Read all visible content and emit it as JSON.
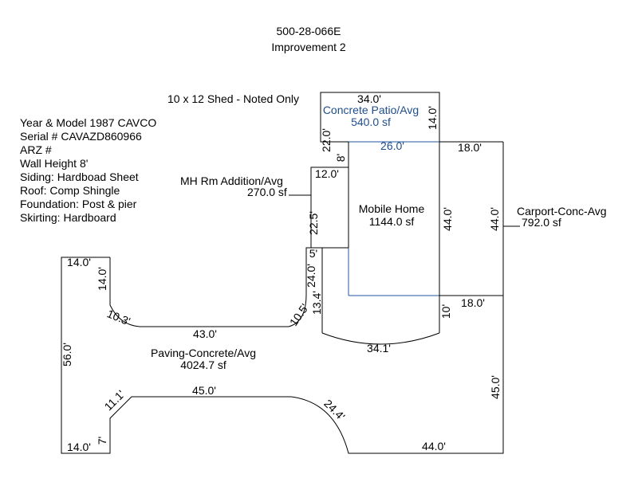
{
  "header": {
    "parcel_id": "500-28-066E",
    "improvement": "Improvement 2"
  },
  "notes": {
    "shed": "10 x 12 Shed - Noted Only",
    "details": [
      "Year & Model 1987 CAVCO",
      "Serial # CAVAZD860966",
      "ARZ #",
      "Wall Height 8'",
      "Siding: Hardboad Sheet",
      "Roof: Comp Shingle",
      "Foundation: Post & pier",
      "Skirting: Hardboard"
    ]
  },
  "areas": {
    "patio": {
      "name": "Concrete Patio/Avg",
      "area": "540.0 sf"
    },
    "addition": {
      "name": "MH Rm Addition/Avg",
      "area": "270.0 sf"
    },
    "mobile_home": {
      "name": "Mobile Home",
      "area": "1144.0 sf"
    },
    "carport": {
      "name": "Carport-Conc-Avg",
      "area": "792.0 sf"
    },
    "paving": {
      "name": "Paving-Concrete/Avg",
      "area": "4024.7 sf"
    }
  },
  "dimensions": {
    "patio_top": "34.0'",
    "patio_right": "14.0'",
    "patio_left": "22.0'",
    "patio_step": "8'",
    "patio_inner": "26.0'",
    "carport_top": "18.0'",
    "carport_side": "44.0'",
    "carport_bottom": "18.0'",
    "mh_side": "44.0'",
    "mh_bottom_small": "10'",
    "addition_top": "12.0'",
    "addition_side": "22.5'",
    "addition_step": "5'",
    "arc_bottom": "34.1'",
    "paving_top_left": "14.0'",
    "paving_left_inner": "14.0'",
    "paving_diag_left": "10.3'",
    "paving_top_mid": "43.0'",
    "paving_diag_right": "10.5'",
    "paving_vert_a": "24.0'",
    "paving_vert_b": "13.4'",
    "paving_left_outer": "56.0'",
    "paving_lower_diag": "11.1'",
    "paving_lower_top": "45.0'",
    "paving_lower_arc": "24.4'",
    "paving_right": "45.0'",
    "paving_bottom_right": "44.0'",
    "paving_bottom_left": "14.0'",
    "paving_small": "7'"
  }
}
